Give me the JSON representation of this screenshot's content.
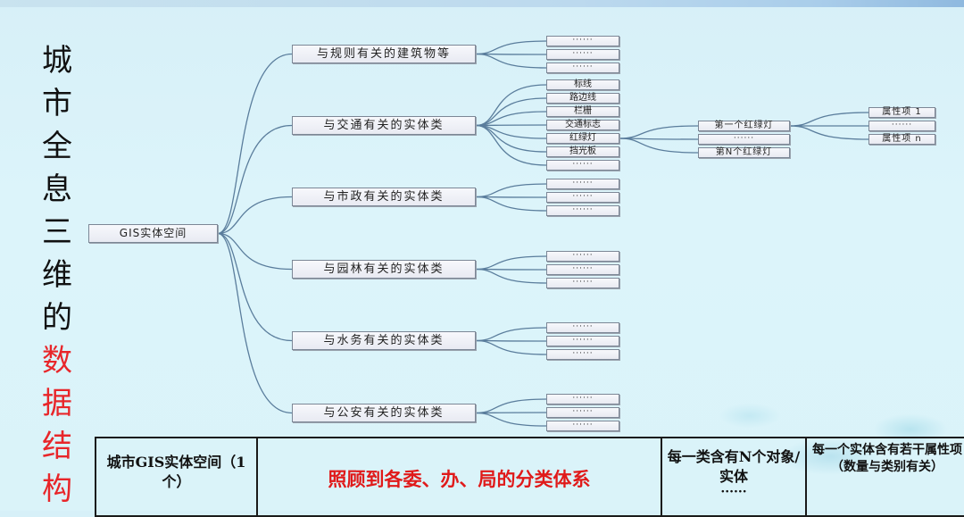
{
  "title_chars": [
    {
      "ch": "城",
      "color": "black"
    },
    {
      "ch": "市",
      "color": "black"
    },
    {
      "ch": "全",
      "color": "black"
    },
    {
      "ch": "息",
      "color": "black"
    },
    {
      "ch": "三",
      "color": "black"
    },
    {
      "ch": "维",
      "color": "black"
    },
    {
      "ch": "的",
      "color": "black"
    },
    {
      "ch": "数",
      "color": "red"
    },
    {
      "ch": "据",
      "color": "red"
    },
    {
      "ch": "结",
      "color": "red"
    },
    {
      "ch": "构",
      "color": "red"
    }
  ],
  "colors": {
    "accent_red": "#e8262a",
    "link": "#5a7d9c"
  },
  "tree": {
    "root": "GIS实体空间",
    "categories": [
      {
        "label": "与规则有关的建筑物等",
        "children": [
          "······",
          "······",
          "······"
        ]
      },
      {
        "label": "与交通有关的实体类",
        "children": [
          "标线",
          "路边线",
          "栏栅",
          "交通标志",
          "红绿灯",
          "挡光板",
          "······"
        ]
      },
      {
        "label": "与市政有关的实体类",
        "children": [
          "······",
          "······",
          "······"
        ]
      },
      {
        "label": "与园林有关的实体类",
        "children": [
          "······",
          "······",
          "······"
        ]
      },
      {
        "label": "与水务有关的实体类",
        "children": [
          "······",
          "······",
          "······"
        ]
      },
      {
        "label": "与公安有关的实体类",
        "children": [
          "······",
          "······",
          "······"
        ]
      }
    ],
    "traffic_light_instances": [
      "第一个红绿灯",
      "······",
      "第N个红绿灯"
    ],
    "attributes": [
      "属性项 1",
      "······",
      "属性项 n"
    ]
  },
  "summary": {
    "col1": "城市GIS实体空间（1个）",
    "col2": "照顾到各委、办、局的分类体系",
    "col3": "每一类含有N个对象/实体",
    "col3_more": "······",
    "col4": "每一个实体含有若干属性项（数量与类别有关）"
  }
}
